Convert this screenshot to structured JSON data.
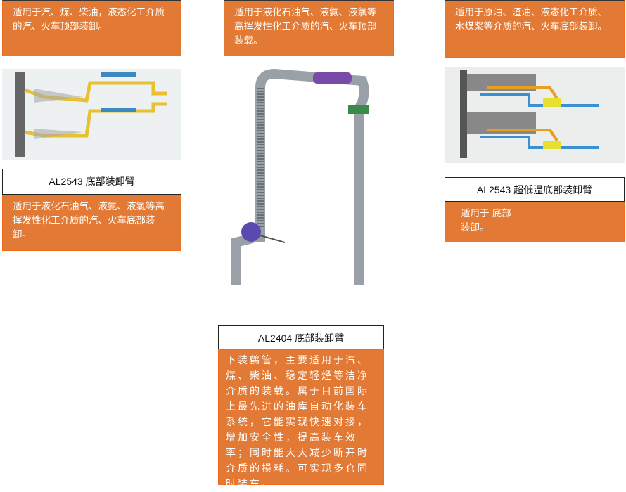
{
  "products": [
    {
      "top_desc": "适用于汽、煤、柴油，液态化工介质的汽、火车顶部装卸。",
      "label": "AL2543 底部装卸臂",
      "desc": "适用于液化石油气、液氨、液氯等高挥发性化工介质的汽、火车底部装卸。"
    },
    {
      "top_desc": "适用于液化石油气、液氨、液氯等高挥发性化工介质的汽、火车顶部装载。",
      "label": "AL2404 底部装卸臂",
      "desc": "下装鹤管，主要适用于汽、煤、柴油、稳定轻烃等洁净介质的装载。属于目前国际上最先进的油库自动化装车系统，它能实现快速对接，增加安全性，提高装车效率；同时能大大减少断开时介质的损耗。可实现多仓同时装车。"
    },
    {
      "top_desc": "适用于原油、渣油、液态化工介质、水煤浆等介质的汽、火车底部装卸。",
      "label": "AL2543 超低温底部装卸臂",
      "desc": "适用于 底部装卸。"
    }
  ],
  "colors": {
    "orange": "#e27a35",
    "border": "#f26a1b"
  }
}
